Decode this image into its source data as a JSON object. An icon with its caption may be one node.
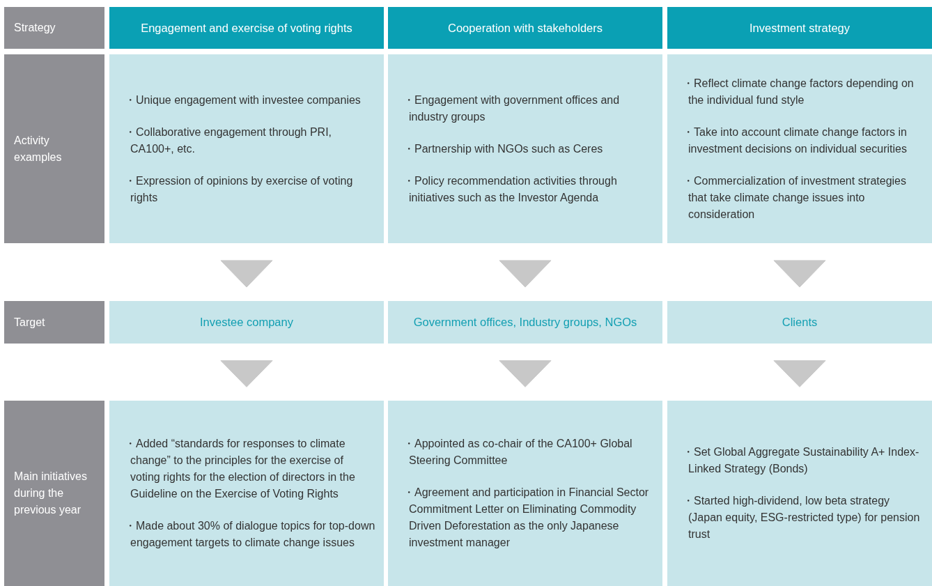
{
  "diagram": {
    "nodes": [
      {
        "text": [
          "Strategy"
        ]
      },
      {
        "text": [
          "Engagement and exercise of voting rights"
        ]
      },
      {
        "text": [
          "Cooperation with stakeholders"
        ]
      },
      {
        "text": [
          "Investment strategy"
        ]
      },
      {
        "text": [
          "Activity examples"
        ]
      },
      {
        "text": [
          "・Unique engagement with investee companies",
          "・Collaborative engagement through PRI, CA100+, etc.",
          "・Expression of opinions by exercise of voting rights"
        ]
      },
      {
        "text": [
          "・Engagement with government offices and industry groups",
          "・Partnership with NGOs such as Ceres",
          "・Policy recommendation activities through initiatives such as the Investor Agenda"
        ]
      },
      {
        "text": [
          "・Reflect climate change factors depending on the individual fund style",
          "・Take into account climate change factors in investment decisions on individual securities",
          "・Commercialization of investment strategies that take climate change issues into consideration"
        ]
      },
      {
        "text": [
          "Target"
        ]
      },
      {
        "text": [
          "Investee company"
        ]
      },
      {
        "text": [
          "Government offices, Industry groups, NGOs"
        ]
      },
      {
        "text": [
          "Clients"
        ]
      },
      {
        "text": [
          "Main initiatives during the previous year"
        ]
      },
      {
        "text": [
          "・Added “standards for responses to climate change” to the principles for the exercise of voting rights for the election of directors in the Guideline on the Exercise of Voting Rights",
          "・Made about 30% of dialogue topics for top-down engagement targets to climate change issues"
        ]
      },
      {
        "text": [
          "・Appointed as co-chair of the CA100+ Global Steering Committee",
          "・Agreement and participation in Financial Sector Commitment Letter on Eliminating Commodity Driven Deforestation as the only Japanese investment manager"
        ]
      },
      {
        "text": [
          "・Set Global Aggregate Sustainability A+ Index-Linked Strategy (Bonds)",
          "・Started high-dividend, low beta strategy (Japan equity, ESG-restricted type) for pension trust"
        ]
      }
    ],
    "edges": [
      {
        "from": 5,
        "to": 9,
        "arrow": "to"
      },
      {
        "from": 6,
        "to": 10,
        "arrow": "to"
      },
      {
        "from": 7,
        "to": 11,
        "arrow": "to"
      },
      {
        "from": 9,
        "to": 13,
        "arrow": "to"
      },
      {
        "from": 10,
        "to": 14,
        "arrow": "to"
      },
      {
        "from": 11,
        "to": 15,
        "arrow": "to"
      }
    ]
  }
}
